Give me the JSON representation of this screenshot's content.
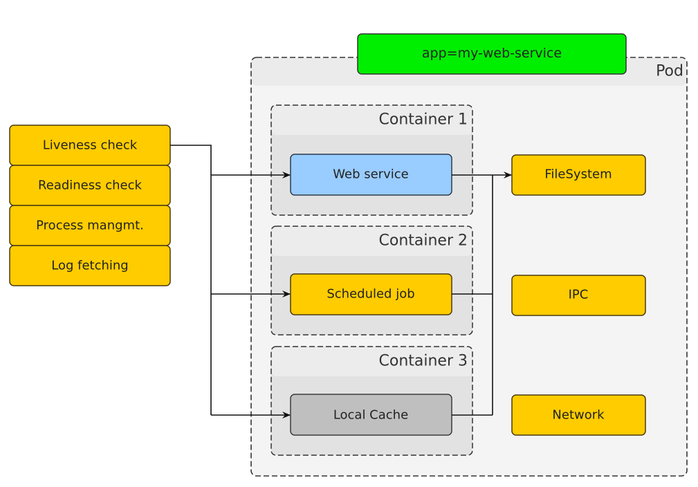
{
  "diagram": {
    "pod": {
      "label": "Pod",
      "selector_label": "app=my-web-service"
    },
    "containers": [
      {
        "title": "Container 1",
        "process": "Web service"
      },
      {
        "title": "Container 2",
        "process": "Scheduled job"
      },
      {
        "title": "Container 3",
        "process": "Local Cache"
      }
    ],
    "kubelet_functions": [
      "Liveness check",
      "Readiness check",
      "Process mangmt.",
      "Log fetching"
    ],
    "shared_resources": [
      "FileSystem",
      "IPC",
      "Network"
    ],
    "colors": {
      "selector_green": "#00ee00",
      "function_yellow": "#ffcc00",
      "web_service_blue": "#99ccff",
      "local_cache_gray": "#bfbfbf",
      "pod_fill": "#f4f4f4",
      "container_fill": "#e2e2e2"
    }
  }
}
